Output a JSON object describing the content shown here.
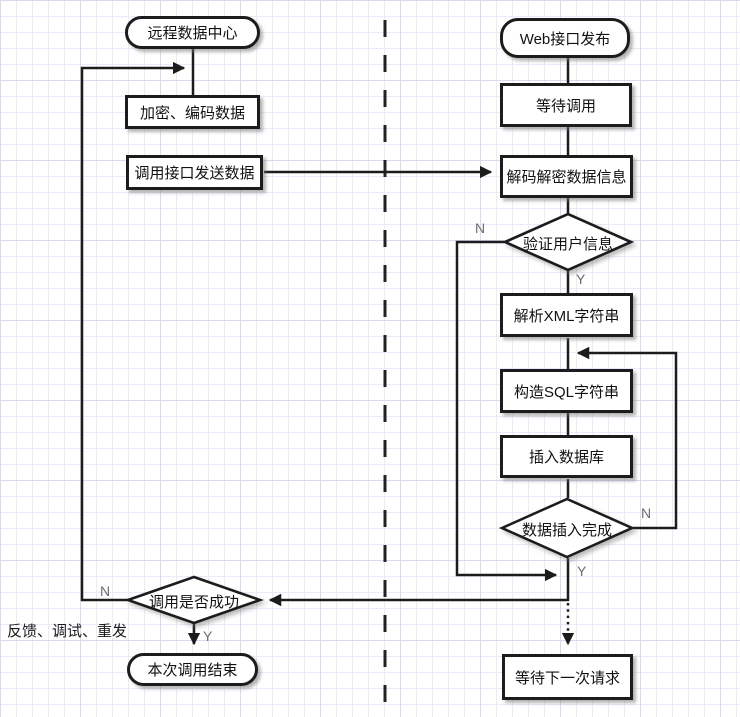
{
  "diagram": {
    "title_left_lane": "远程数据中心",
    "title_right_lane": "Web接口发布",
    "nodes": {
      "remote_data_center": "远程数据中心",
      "encrypt_encode": "加密、编码数据",
      "call_interface_send": "调用接口发送数据",
      "call_success_decision": "调用是否成功",
      "call_end": "本次调用结束",
      "web_interface_publish": "Web接口发布",
      "wait_for_call": "等待调用",
      "decode_decrypt_info": "解码解密数据信息",
      "verify_user_decision": "验证用户信息",
      "parse_xml_string": "解析XML字符串",
      "build_sql_string": "构造SQL字符串",
      "insert_database": "插入数据库",
      "insert_done_decision": "数据插入完成",
      "wait_next_request": "等待下一次请求"
    },
    "branches": {
      "call_success_n": "N",
      "call_success_y": "Y",
      "verify_user_n": "N",
      "verify_user_y": "Y",
      "insert_done_n": "N",
      "insert_done_y": "Y"
    },
    "annotations": {
      "feedback_note": "反馈、调试、重发"
    },
    "colors": {
      "line": "#1c1c1c",
      "shape_fill": "#ffffff",
      "grid_minor": "#eceaf8",
      "grid_major": "#dbd8ef",
      "branch_label": "#6e6e6e"
    }
  }
}
